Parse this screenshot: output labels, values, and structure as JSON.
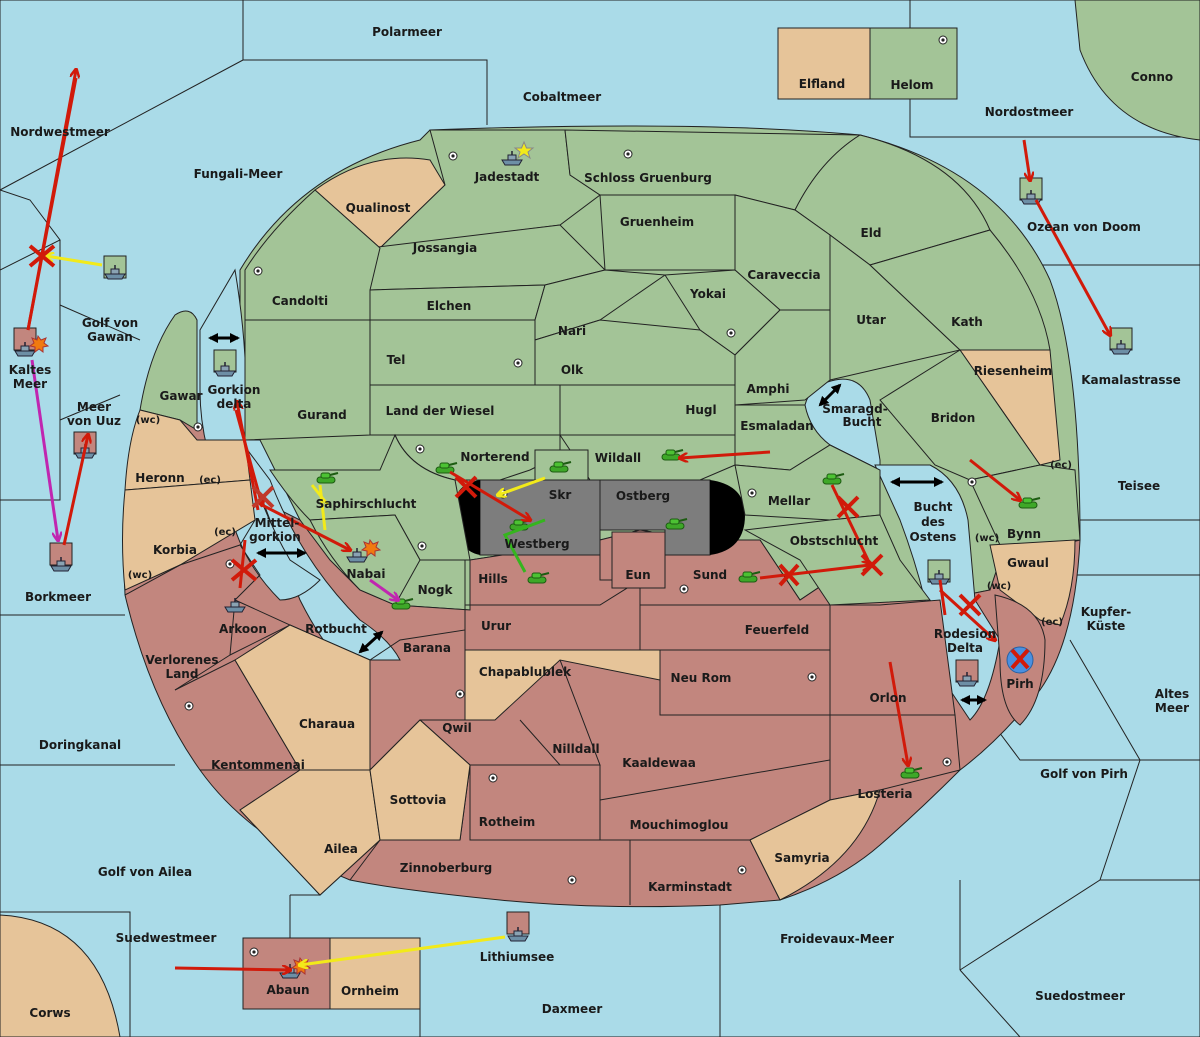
{
  "colors": {
    "sea": "#aadbe8",
    "green_power": "#a3c497",
    "red_power": "#c2867e",
    "neutral": "#e6c499",
    "gray_power": "#7d7d7d",
    "attack_arrow": "#d11a0a",
    "support_arrow": "#f2ea1a",
    "convoy_arrow": "#c026b0",
    "green_support_arrow": "#35b51e",
    "black_arrow": "#000000"
  },
  "icons": {
    "supply_center": "dot-in-circle",
    "army": "tank-icon",
    "fleet": "ship-icon",
    "dislodged": "explosion-icon",
    "failed": "x-icon",
    "star": "star-icon"
  },
  "seas": {
    "polarmeer": "Polarmeer",
    "cobaltmeer": "Cobaltmeer",
    "conno": "Conno",
    "nordwestmeer": "Nordwestmeer",
    "fungali": "Fungali-Meer",
    "nordostmeer": "Nordostmeer",
    "ozean": "Ozean von Doom",
    "golf_gawan_1": "Golf von",
    "golf_gawan_2": "Gawan",
    "kaltes_1": "Kaltes",
    "kaltes_2": "Meer",
    "meer_uuz_1": "Meer",
    "meer_uuz_2": "von Uuz",
    "kamalastrasse": "Kamalastrasse",
    "teisee": "Teisee",
    "borkmeer": "Borkmeer",
    "kupfer_1": "Kupfer-",
    "kupfer_2": "Küste",
    "altes_1": "Altes",
    "altes_2": "Meer",
    "doringkanal": "Doringkanal",
    "golf_pirh": "Golf von Pirh",
    "golf_ailea": "Golf von Ailea",
    "suedwestmeer": "Suedwestmeer",
    "froidevaux": "Froidevaux-Meer",
    "suedostmeer": "Suedostmeer",
    "corws": "Corws",
    "daxmeer": "Daxmeer",
    "lithiumsee": "Lithiumsee",
    "rotbucht": "Rotbucht",
    "smaragd_1": "Smaragd-",
    "smaragd_2": "Bucht",
    "bucht_1": "Bucht",
    "bucht_2": "des",
    "bucht_3": "Ostens",
    "gorkion_1": "Gorkion",
    "gorkion_2": "delta",
    "mittel_1": "Mittel-",
    "mittel_2": "gorkion",
    "rodesion_1": "Rodesion",
    "rodesion_2": "Delta"
  },
  "lands": {
    "elfland": "Elfland",
    "helom": "Helom",
    "jadestadt": "Jadestadt",
    "schloss": "Schloss Gruenburg",
    "qualinost": "Qualinost",
    "gruenheim": "Gruenheim",
    "eld": "Eld",
    "jossangia": "Jossangia",
    "caraveccia": "Caraveccia",
    "candolti": "Candolti",
    "yokai": "Yokai",
    "elchen": "Elchen",
    "utar": "Utar",
    "nari": "Nari",
    "kath": "Kath",
    "tel": "Tel",
    "olk": "Olk",
    "riesenheim": "Riesenheim",
    "amphi": "Amphi",
    "gawar": "Gawar",
    "gurand": "Gurand",
    "land_wiesel": "Land der Wiesel",
    "hugl": "Hugl",
    "bridon": "Bridon",
    "esmaladan": "Esmaladan",
    "heronn": "Heronn",
    "norterend": "Norterend",
    "wildall": "Wildall",
    "skr": "Skr",
    "ostberg": "Ostberg",
    "mellar": "Mellar",
    "saphirschlucht": "Saphirschlucht",
    "bynn": "Bynn",
    "westberg": "Westberg",
    "obstschlucht": "Obstschlucht",
    "korbia": "Korbia",
    "nabai": "Nabai",
    "hills": "Hills",
    "eun": "Eun",
    "sund": "Sund",
    "gwaul": "Gwaul",
    "nogk": "Nogk",
    "arkoon": "Arkoon",
    "urur": "Urur",
    "feuerfeld": "Feuerfeld",
    "barana": "Barana",
    "verlorenes_1": "Verlorenes",
    "verlorenes_2": "Land",
    "chapablublek": "Chapablublek",
    "neu_rom": "Neu Rom",
    "orlon": "Orlon",
    "pirh": "Pirh",
    "charaua": "Charaua",
    "qwil": "Qwil",
    "nilldall": "Nilldall",
    "kaaldewaa": "Kaaldewaa",
    "kentommenai": "Kentommenai",
    "sottovia": "Sottovia",
    "losteria": "Losteria",
    "rotheim": "Rotheim",
    "mouchimoglou": "Mouchimoglou",
    "ailea": "Ailea",
    "samyria": "Samyria",
    "zinnoberburg": "Zinnoberburg",
    "karminstadt": "Karminstadt",
    "abaun": "Abaun",
    "ornheim": "Ornheim"
  },
  "coasts": {
    "wc": "(wc)",
    "ec": "(ec)"
  }
}
